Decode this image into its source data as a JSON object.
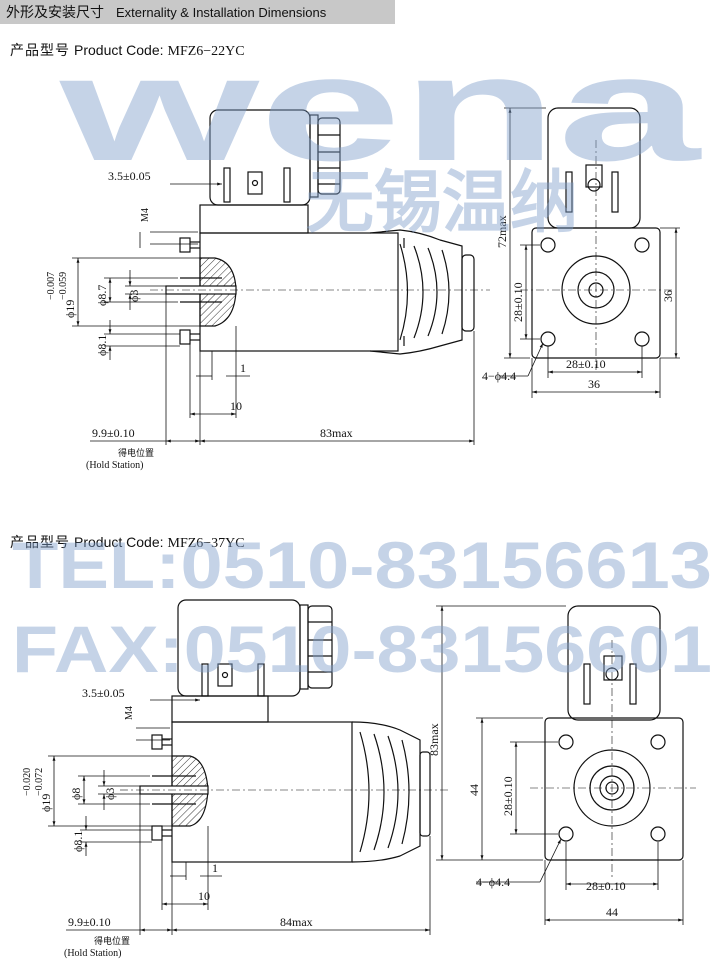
{
  "header": {
    "title_cn": "外形及安装尺寸",
    "title_en": "Externality & Installation Dimensions"
  },
  "drawings": [
    {
      "label_cn": "产品型号",
      "label_en": "Product Code:",
      "code": "MFZ6−22YC",
      "dims": {
        "pin_offset": "3.5±0.05",
        "thread": "M4",
        "bore": "ϕ19",
        "bore_tol_upper": "−0.007",
        "bore_tol_lower": "−0.059",
        "d87": "ϕ8.7",
        "d3": "ϕ3",
        "d81": "ϕ8.1",
        "gap1": "1",
        "gap10": "10",
        "hold": "9.9±0.10",
        "length": "83max",
        "hold_cn": "得电位置",
        "hold_en": "(Hold Station)",
        "height": "72max",
        "v_spacing": "28±0.10",
        "h_spacing": "28±0.10",
        "width_v": "36",
        "width_h": "36",
        "holes": "4−ϕ4.4"
      }
    },
    {
      "label_cn": "产品型号",
      "label_en": "Product Code:",
      "code": "MFZ6−37YC",
      "dims": {
        "pin_offset": "3.5±0.05",
        "thread": "M4",
        "bore": "ϕ19",
        "bore_tol_upper": "−0.020",
        "bore_tol_lower": "−0.072",
        "d87": "ϕ8",
        "d3": "ϕ3",
        "d81": "ϕ8.1",
        "gap1": "1",
        "gap10": "10",
        "hold": "9.9±0.10",
        "length": "84max",
        "hold_cn": "得电位置",
        "hold_en": "(Hold Station)",
        "height": "83max",
        "v_spacing": "28±0.10",
        "h_spacing": "28±0.10",
        "width_v": "44",
        "width_h": "44",
        "holes": "4−ϕ4.4"
      }
    }
  ],
  "watermark": {
    "logo": "wena",
    "company_cn": "无锡温纳",
    "tel": "TEL:0510-83156613",
    "fax": "FAX:0510-83156601"
  }
}
